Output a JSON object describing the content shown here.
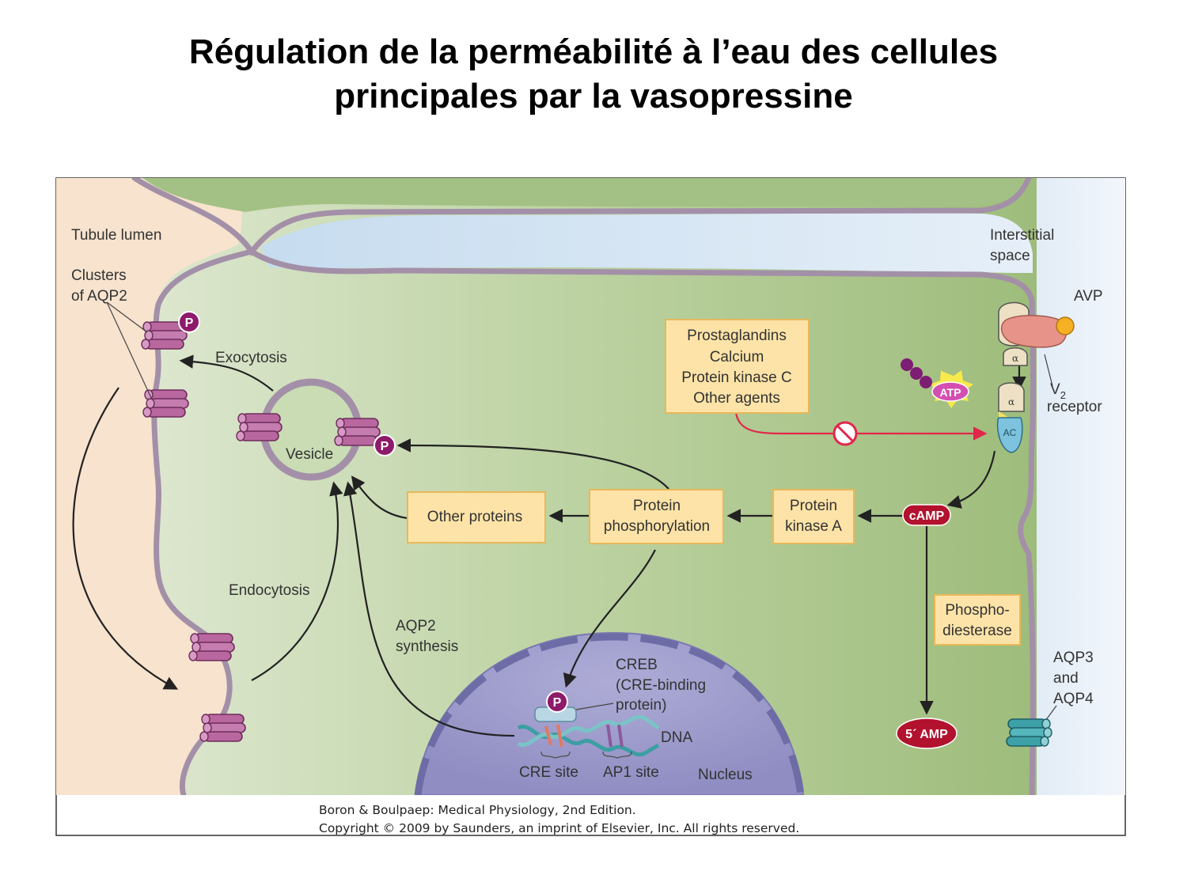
{
  "title": {
    "line1": "Régulation de la perméabilité à l’eau des cellules",
    "line2": "principales par la vasopressine"
  },
  "labels": {
    "tubule_lumen": "Tubule lumen",
    "clusters_1": "Clusters",
    "clusters_2": "of AQP2",
    "exocytosis": "Exocytosis",
    "vesicle": "Vesicle",
    "endocytosis": "Endocytosis",
    "aqp2_synth_1": "AQP2",
    "aqp2_synth_2": "synthesis",
    "interstitial_1": "Interstitial",
    "interstitial_2": "space",
    "avp": "AVP",
    "v2_main": "V",
    "v2_sub": "2",
    "receptor": "receptor",
    "alpha": "α",
    "ac": "AC",
    "atp": "ATP",
    "camp": "cAMP",
    "amp5": "5´ AMP",
    "aqp3_1": "AQP3",
    "aqp3_2": "and",
    "aqp3_3": "AQP4",
    "creb_1": "CREB",
    "creb_2": "(CRE-binding",
    "creb_3": "protein)",
    "dna": "DNA",
    "cre_site": "CRE site",
    "ap1_site": "AP1 site",
    "nucleus": "Nucleus",
    "p": "P"
  },
  "boxes": {
    "inhibitors": [
      "Prostaglandins",
      "Calcium",
      "Protein kinase C",
      "Other agents"
    ],
    "other_proteins": "Other proteins",
    "protein_phos_1": "Protein",
    "protein_phos_2": "phosphorylation",
    "pka_1": "Protein",
    "pka_2": "kinase A",
    "pde_1": "Phospho-",
    "pde_2": "diesterase"
  },
  "credit": {
    "line1": "Boron & Boulpaep: Medical Physiology, 2nd Edition.",
    "line2": "Copyright © 2009 by Saunders, an imprint of Elsevier, Inc. All rights reserved."
  },
  "colors": {
    "box_fill": "#fde3a7",
    "box_border": "#e9b85a",
    "aqp2": "#b9679f",
    "aqp3": "#3ea1a8",
    "membrane": "#a390a8",
    "phospho": "#8e1a6a",
    "camp": "#b2122e",
    "inhibit": "#e2274a",
    "nucleus": "#9d9bcc"
  }
}
